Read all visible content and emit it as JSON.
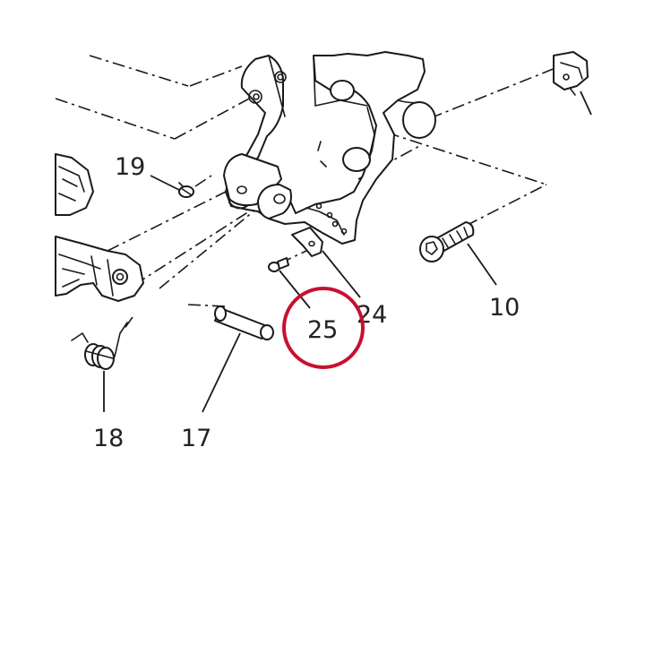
{
  "callouts": {
    "c19": "19",
    "c24": "24",
    "c25": "25",
    "c10": "10",
    "c18": "18",
    "c17": "17"
  },
  "highlight": {
    "target_label": "25",
    "color": "#c8102e"
  }
}
